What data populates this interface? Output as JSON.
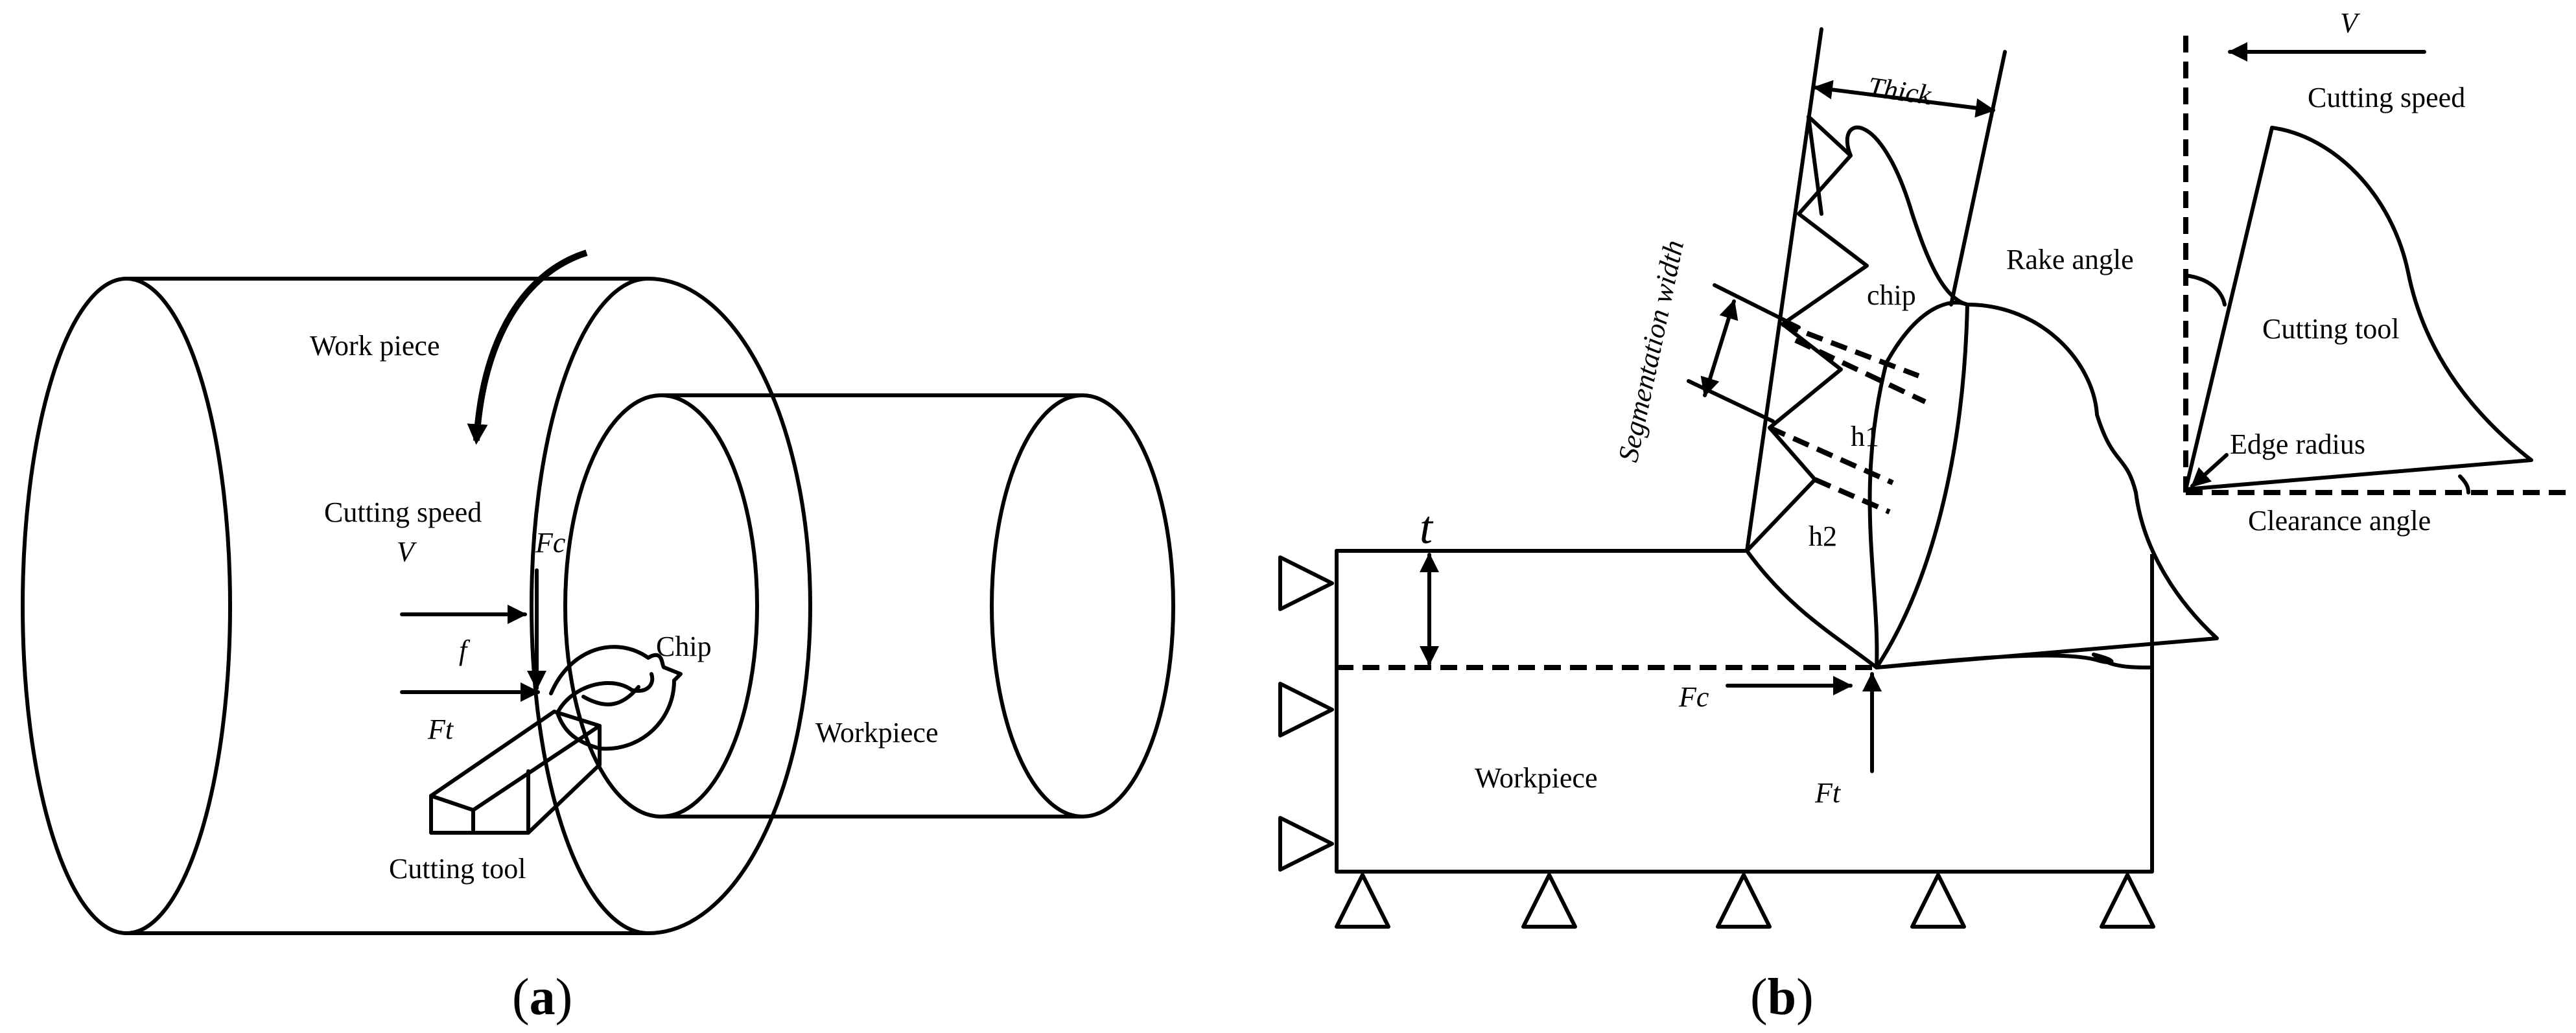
{
  "panel_a": {
    "caption_letter": "a",
    "labels": {
      "work_piece": "Work piece",
      "cutting_speed": "Cutting speed",
      "v": "V",
      "fc": "Fc",
      "f": "f",
      "ft": "Ft",
      "chip": "Chip",
      "workpiece": "Workpiece",
      "cutting_tool": "Cutting tool"
    }
  },
  "panel_b": {
    "caption_letter": "b",
    "labels": {
      "thick": "Thick",
      "segmentation_width": "Segmentation width",
      "chip": "chip",
      "h1": "h1",
      "h2": "h2",
      "t": "t",
      "rake_angle": "Rake angle",
      "fc": "Fc",
      "ft": "Ft",
      "workpiece": "Workpiece"
    }
  },
  "inset": {
    "labels": {
      "v": "V",
      "cutting_speed": "Cutting speed",
      "cutting_tool": "Cutting tool",
      "edge_radius": "Edge radius",
      "clearance_angle": "Clearance angle"
    }
  }
}
